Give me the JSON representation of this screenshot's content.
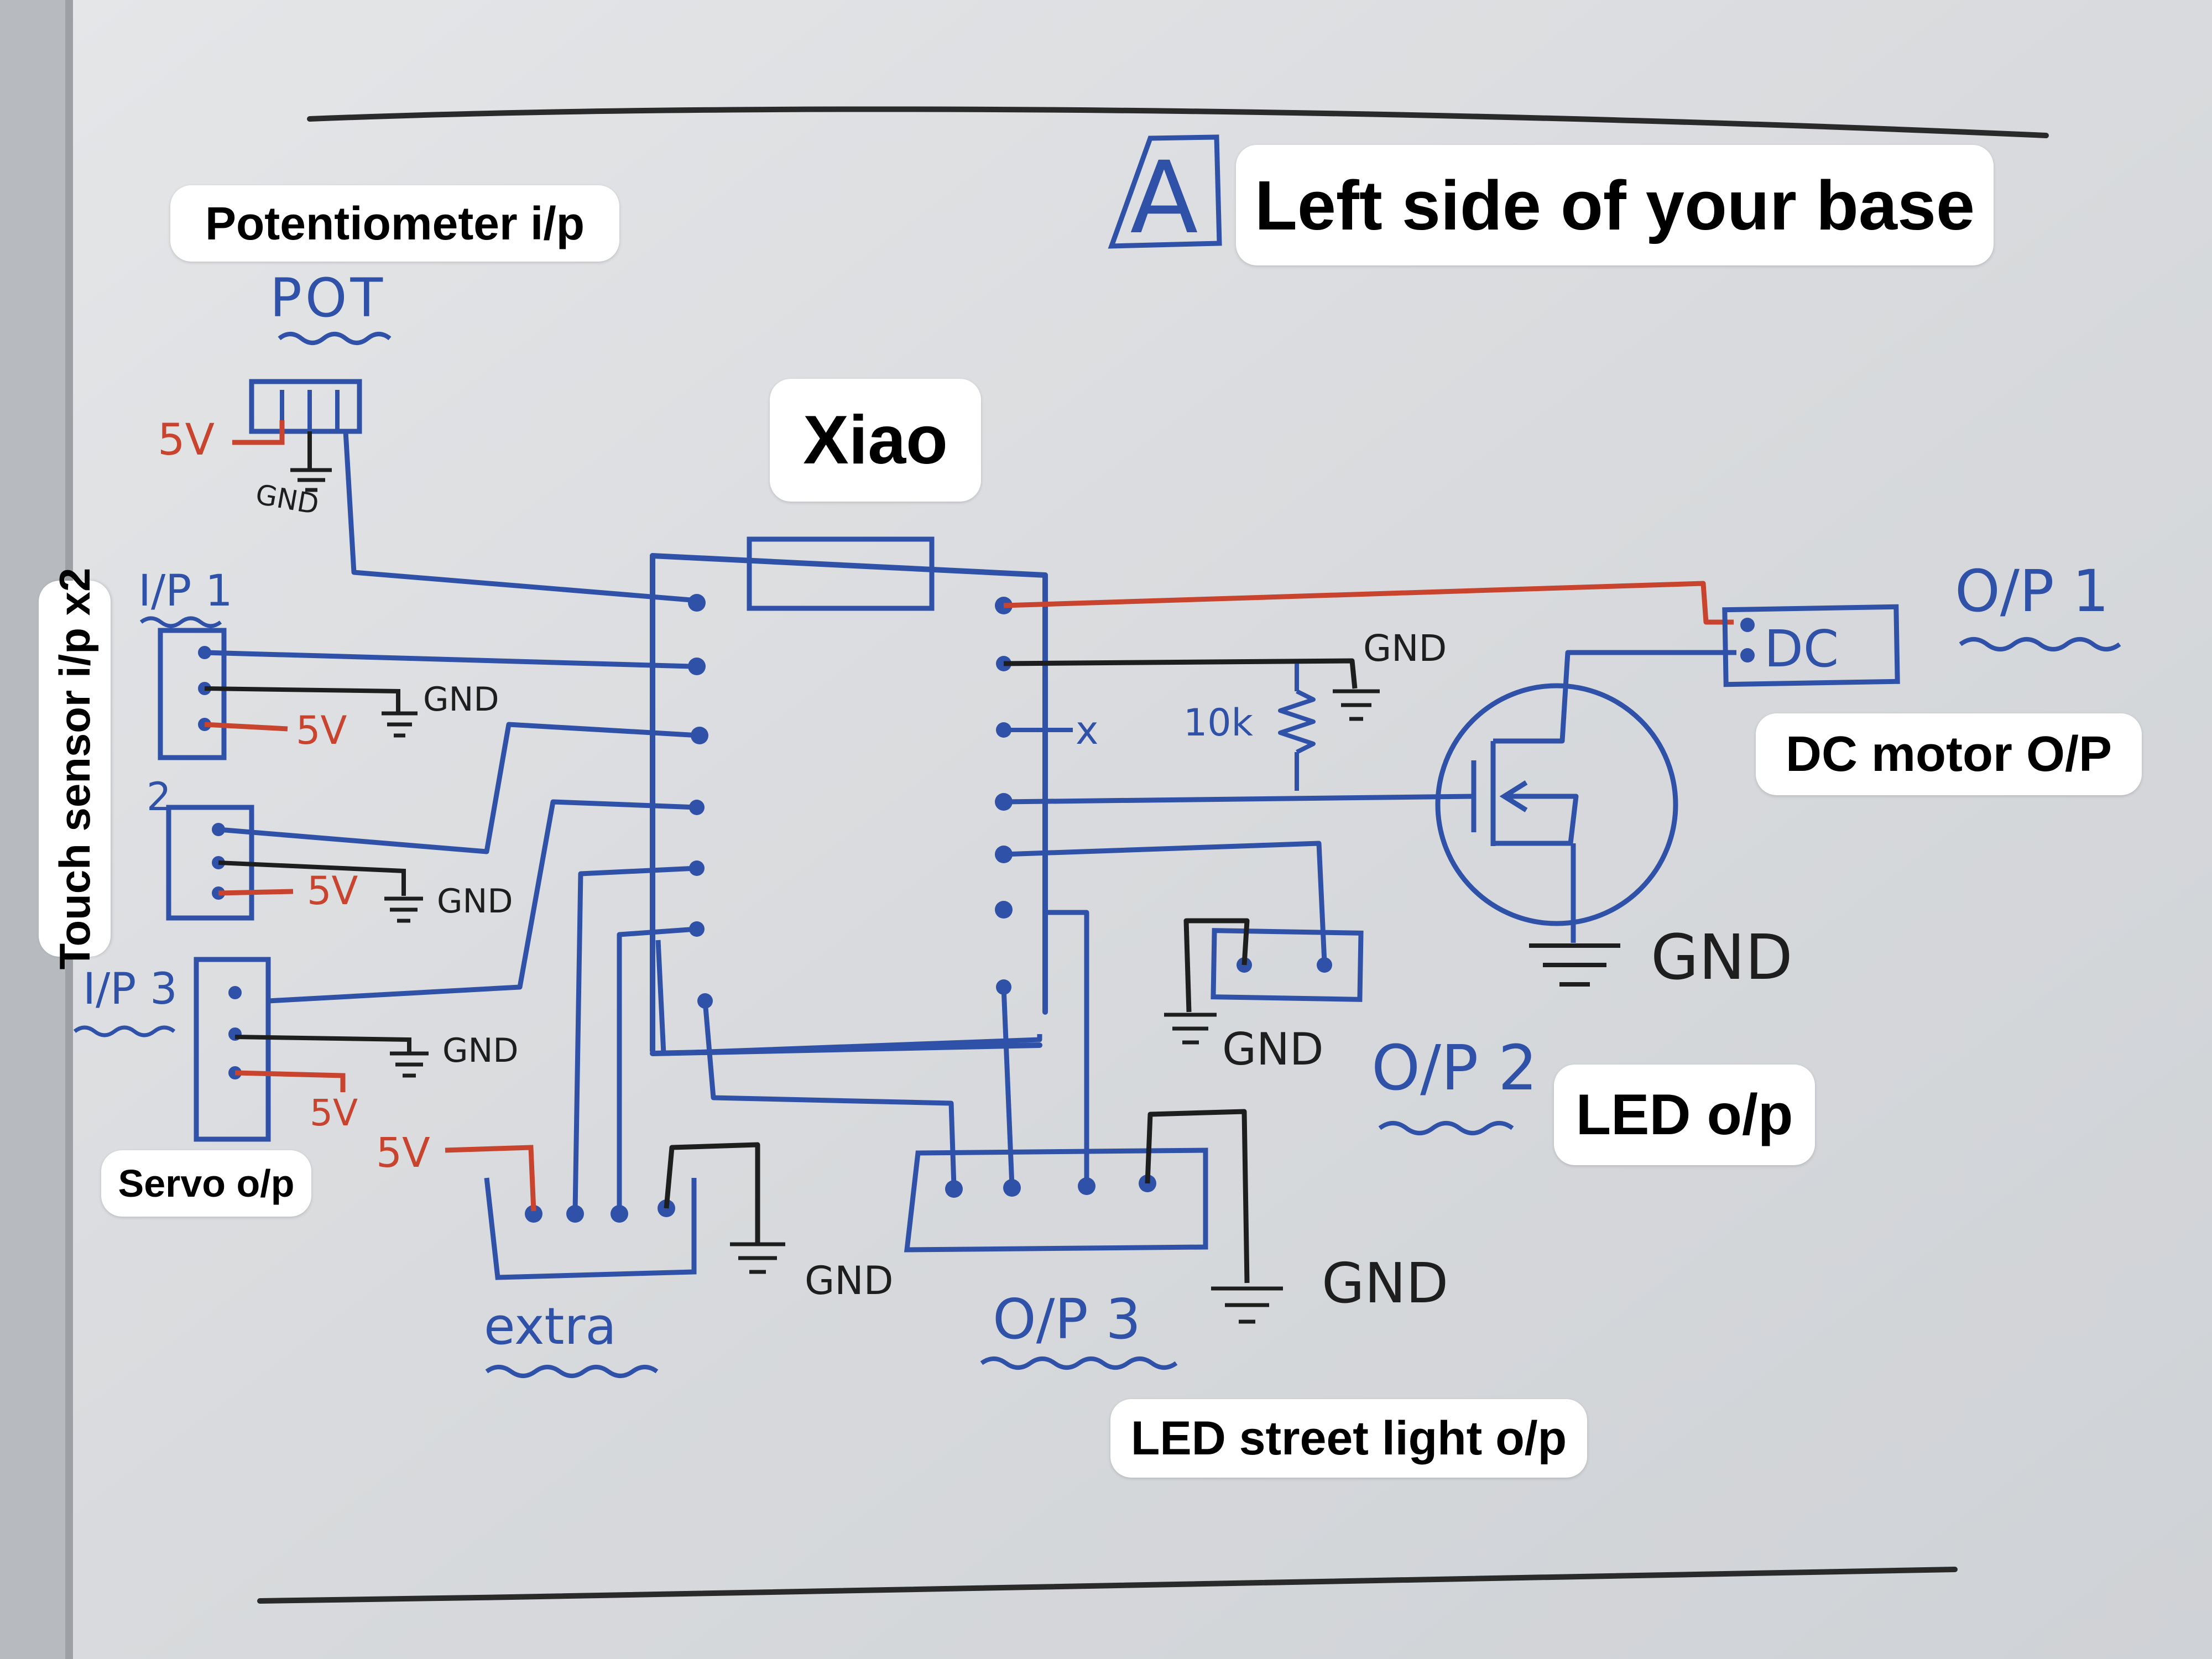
{
  "stickers": {
    "title": "Left side of your base",
    "potentiometer": "Potentiometer i/p",
    "xiao": "Xiao",
    "touch_sensor": "Touch sensor i/p x2",
    "servo": "Servo o/p",
    "dc_motor": "DC motor O/P",
    "led": "LED o/p",
    "street_light": "LED street light o/p"
  },
  "handwriting": {
    "board_letter": "A",
    "pot": "POT",
    "five_v": "5V",
    "gnd": "GND",
    "ip1": "I/P 1",
    "ip2": "2",
    "ip3": "I/P 3",
    "resistor": "10k",
    "nc_mark": "x",
    "dc": "DC",
    "op1": "O/P 1",
    "op2": "O/P 2",
    "op3": "O/P 3",
    "extra": "extra"
  },
  "colors": {
    "board": "#d9dbde",
    "blue_marker": "#2f52a8",
    "red_marker": "#c8442e",
    "black_marker": "#1e1e1e"
  }
}
